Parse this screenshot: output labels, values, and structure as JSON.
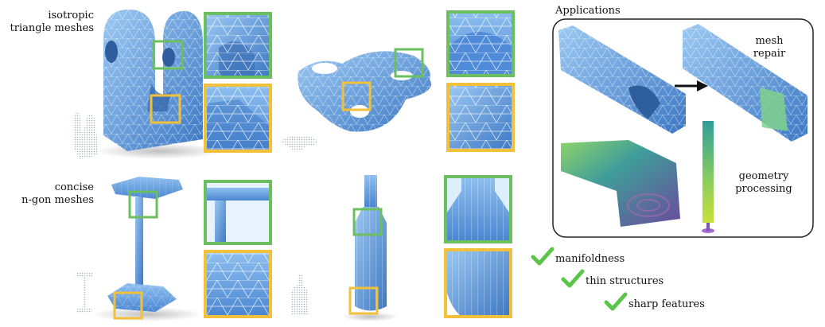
{
  "rows": {
    "top_label": [
      "isotropic",
      "triangle meshes"
    ],
    "bottom_label": [
      "concise",
      "n-gon meshes"
    ]
  },
  "applications": {
    "title": "Applications",
    "repair_label": [
      "mesh",
      "repair"
    ],
    "processing_label": [
      "geometry",
      "processing"
    ]
  },
  "properties": [
    "manifoldness",
    "thin structures",
    "sharp features"
  ],
  "colors": {
    "mesh_blue": "#5b9be0",
    "mesh_light": "#8ec0f0",
    "mesh_dark": "#3a74bf",
    "highlight_green": "#6cbf5e",
    "highlight_yellow": "#f2c13b",
    "check_green": "#5cc44a",
    "point_cloud": "#c9cfd6"
  }
}
